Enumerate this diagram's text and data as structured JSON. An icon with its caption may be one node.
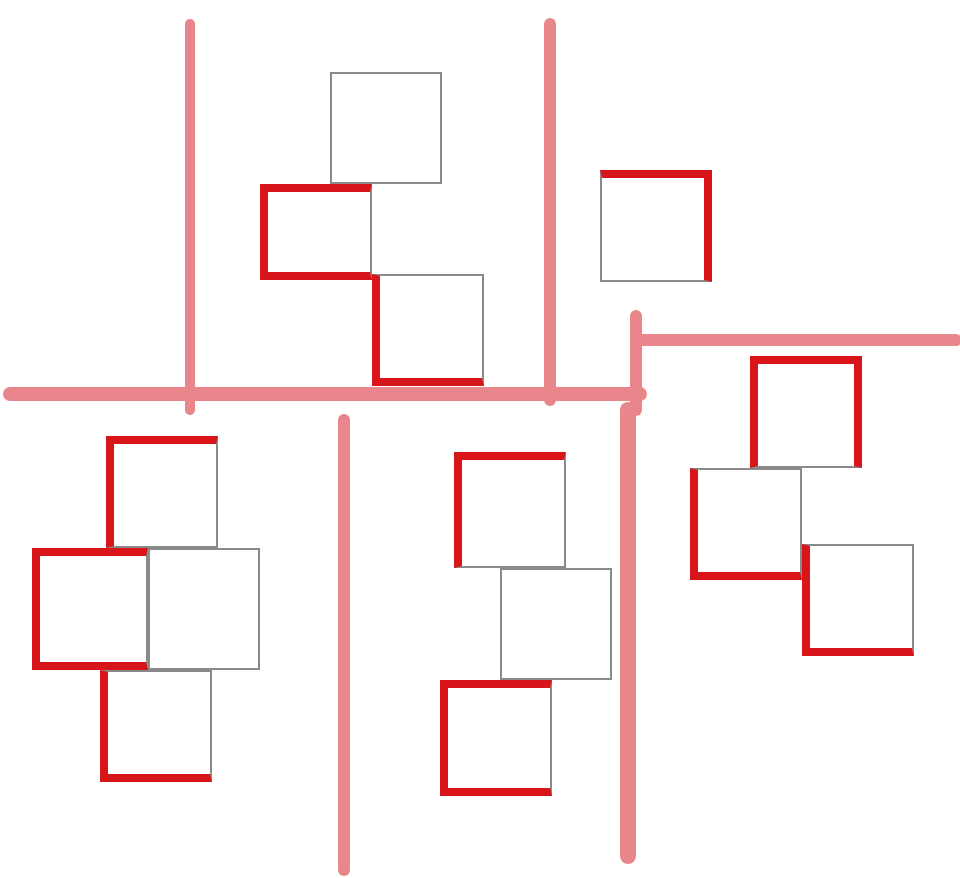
{
  "diagram": {
    "nodes": [
      {
        "text": [],
        "shape": "box"
      },
      {
        "text": [],
        "shape": "box"
      },
      {
        "text": [],
        "shape": "box"
      },
      {
        "text": [],
        "shape": "box"
      },
      {
        "text": [],
        "shape": "box"
      },
      {
        "text": [],
        "shape": "box"
      },
      {
        "text": [],
        "shape": "box"
      },
      {
        "text": [],
        "shape": "box"
      },
      {
        "text": [],
        "shape": "box"
      },
      {
        "text": [],
        "shape": "box"
      },
      {
        "text": [],
        "shape": "box"
      },
      {
        "text": [],
        "shape": "box"
      },
      {
        "text": [],
        "shape": "box"
      },
      {
        "text": [],
        "shape": "box"
      }
    ]
  }
}
